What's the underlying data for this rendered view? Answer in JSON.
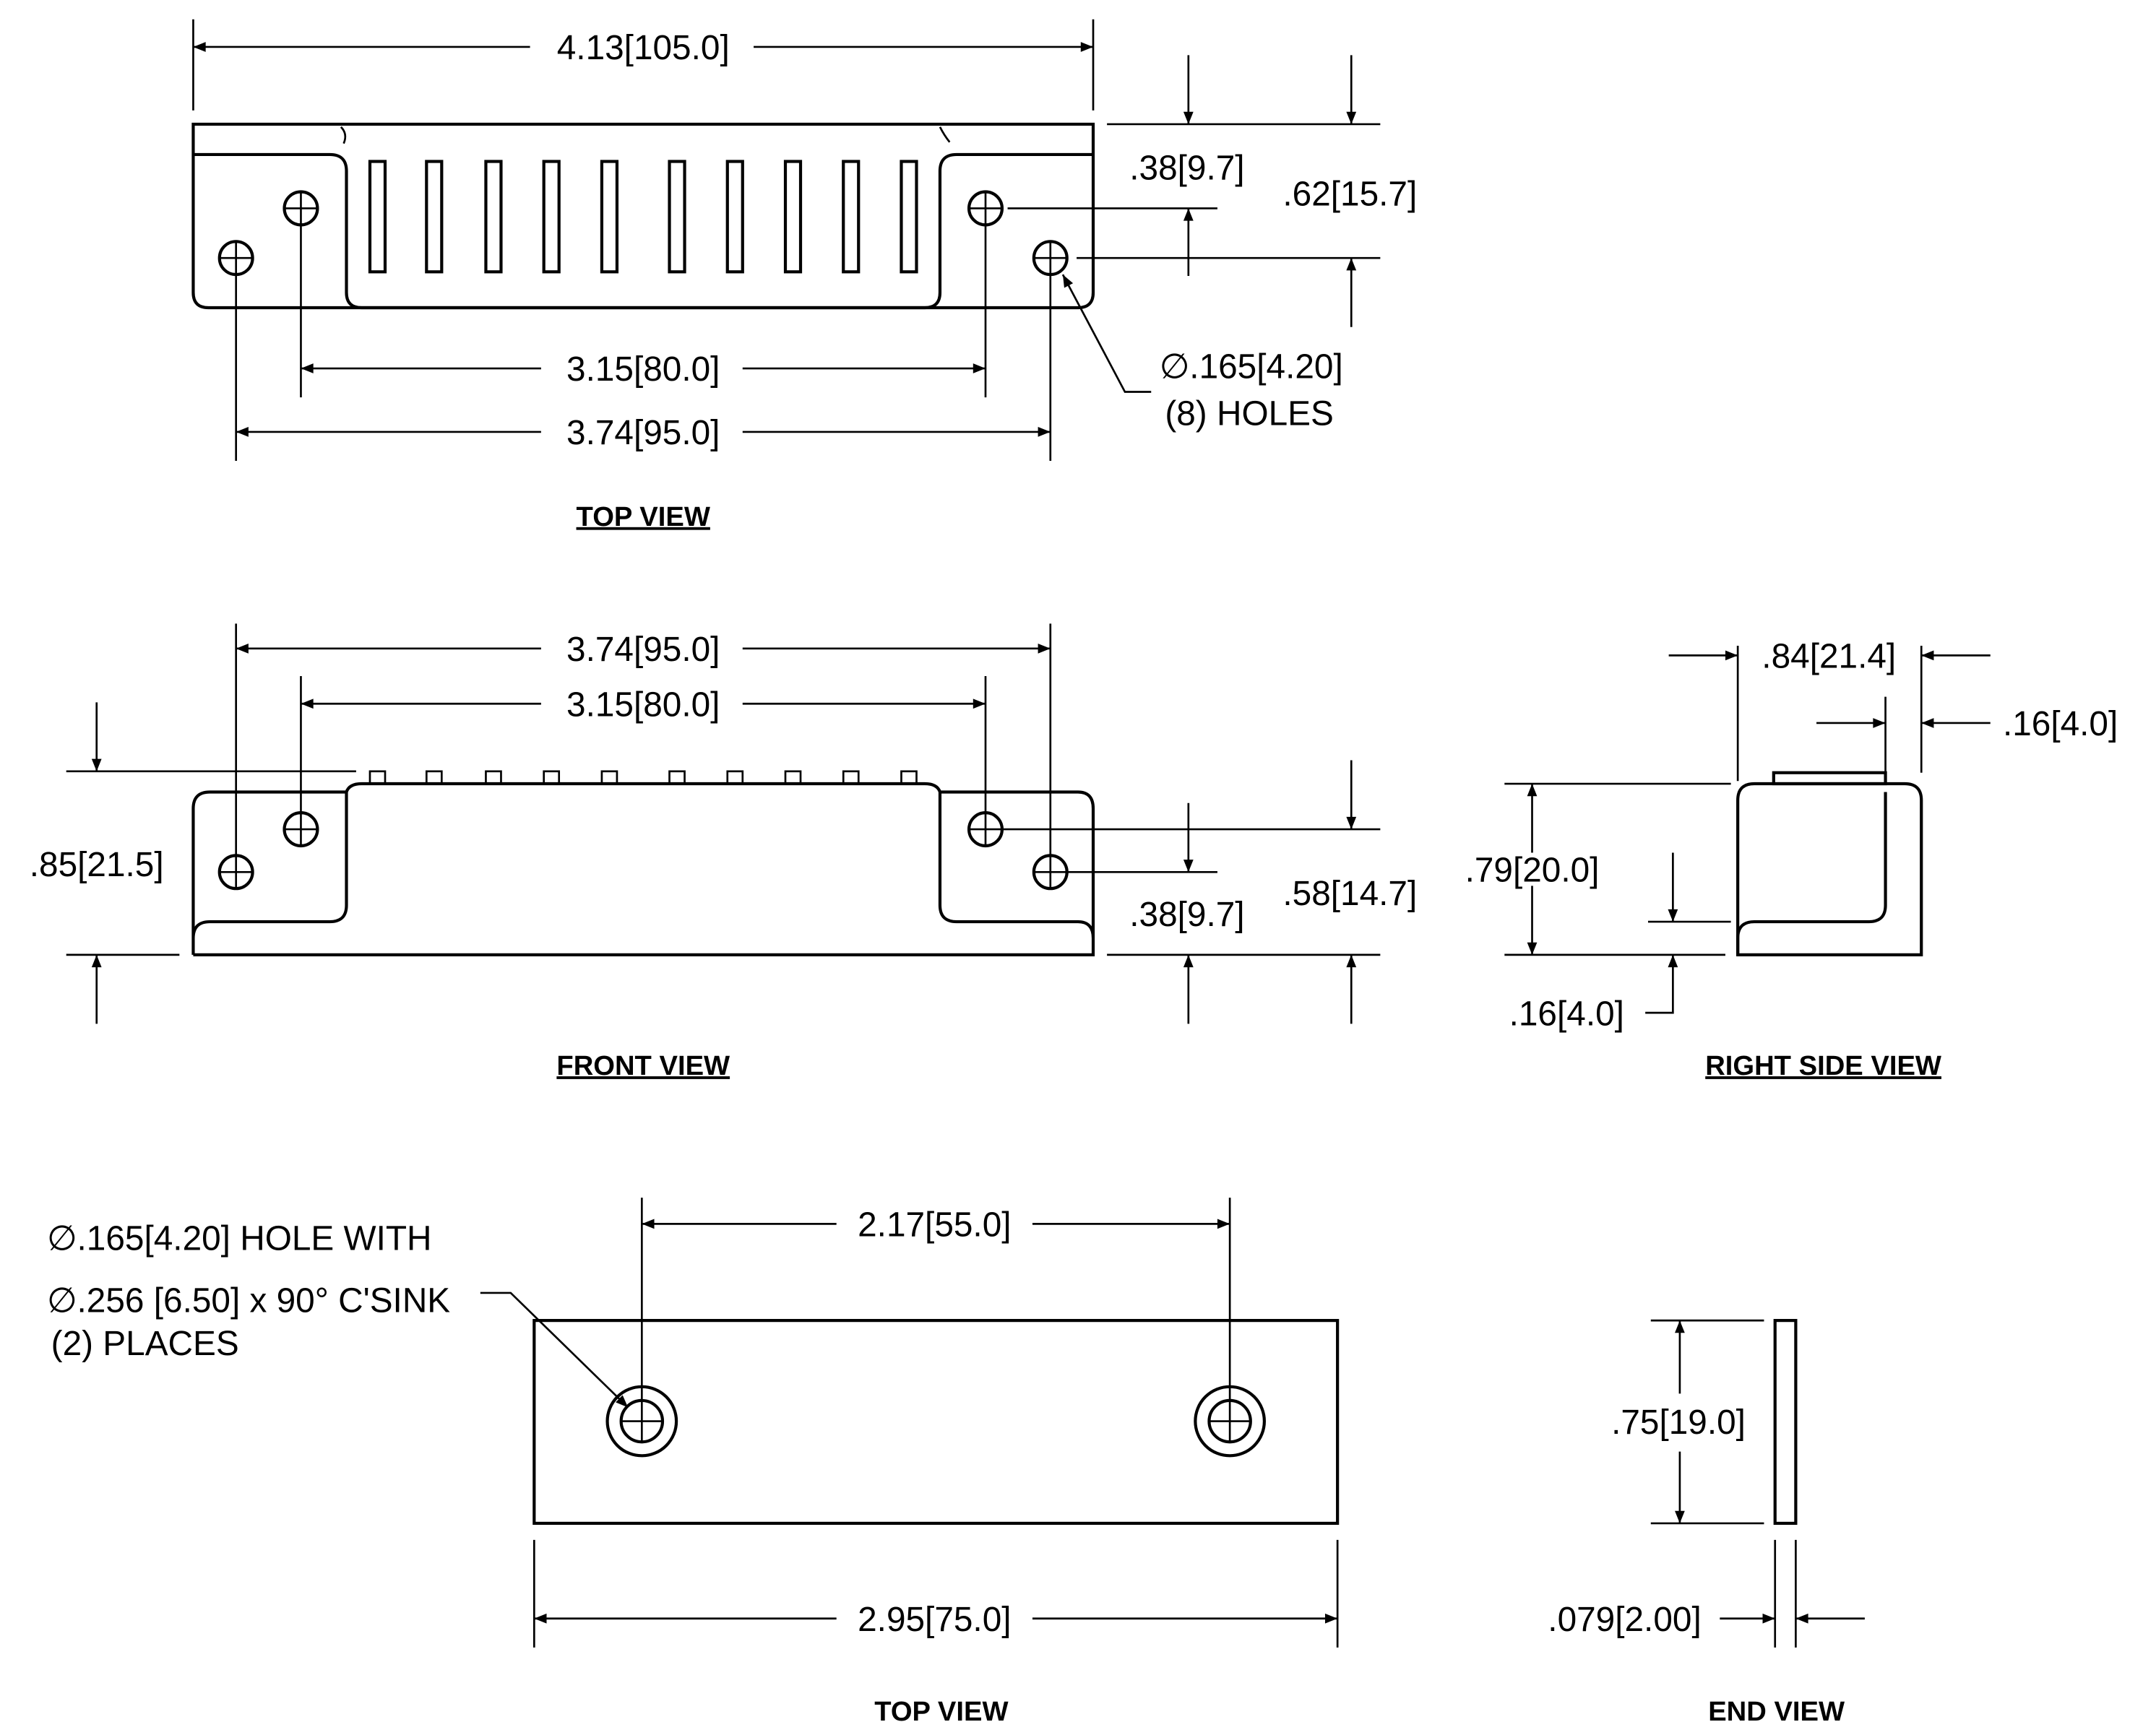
{
  "views": {
    "top_view_1": {
      "title": "TOP VIEW",
      "overall_width": "4.13[105.0]",
      "inner_hole_spacing": "3.15[80.0]",
      "outer_hole_spacing": "3.74[95.0]",
      "inner_hole_offset": ".38[9.7]",
      "outer_hole_offset": ".62[15.7]",
      "hole_callout_line1": "∅.165[4.20]",
      "hole_callout_line2": "(8) HOLES"
    },
    "front_view": {
      "title": "FRONT VIEW",
      "outer_hole_spacing": "3.74[95.0]",
      "inner_hole_spacing": "3.15[80.0]",
      "overall_height": ".85[21.5]",
      "inner_hole_height": ".38[9.7]",
      "outer_hole_height": ".58[14.7]"
    },
    "right_side_view": {
      "title": "RIGHT SIDE VIEW",
      "overall_depth": ".84[21.4]",
      "wall_thickness": ".16[4.0]",
      "height": ".79[20.0]",
      "base_thickness": ".16[4.0]"
    },
    "top_view_2": {
      "title": "TOP VIEW",
      "hole_spacing": "2.17[55.0]",
      "overall_length": "2.95[75.0]",
      "callout_line1": "∅.165[4.20] HOLE WITH",
      "callout_line2": "∅.256 [6.50] x 90° C'SINK",
      "callout_line3": "(2) PLACES"
    },
    "end_view": {
      "title": "END VIEW",
      "width": ".75[19.0]",
      "thickness": ".079[2.00]"
    }
  }
}
